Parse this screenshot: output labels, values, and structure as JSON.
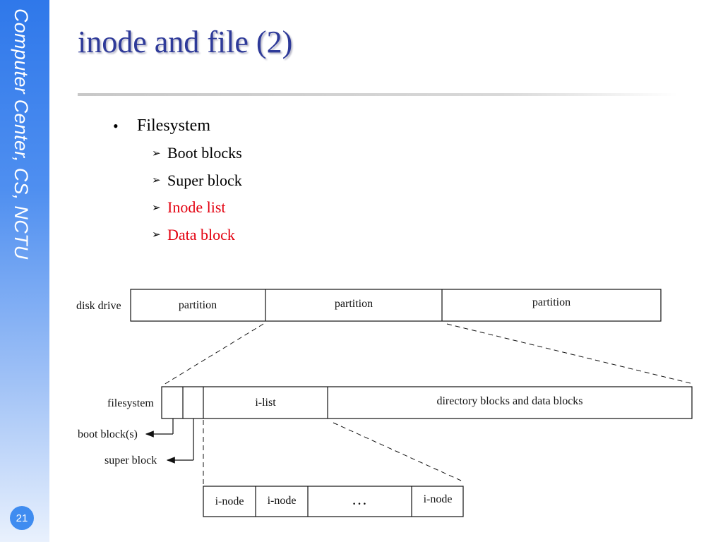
{
  "sidebar": {
    "text": "Computer Center, CS, NCTU"
  },
  "page_number": "21",
  "title": "inode and file (2)",
  "bullets": {
    "main": "Filesystem",
    "sub": [
      {
        "label": "Boot blocks",
        "color": "#000000"
      },
      {
        "label": "Super block",
        "color": "#000000"
      },
      {
        "label": "Inode list",
        "color": "#e3000f"
      },
      {
        "label": "Data block",
        "color": "#e3000f"
      }
    ]
  },
  "diagram": {
    "disk_drive_label": "disk drive",
    "partitions": [
      "partition",
      "partition",
      "partition"
    ],
    "filesystem_label": "filesystem",
    "ilist_label": "i-list",
    "data_label": "directory blocks and data blocks",
    "boot_label": "boot block(s)",
    "super_label": "super block",
    "inodes": [
      "i-node",
      "i-node",
      "…",
      "i-node"
    ]
  }
}
